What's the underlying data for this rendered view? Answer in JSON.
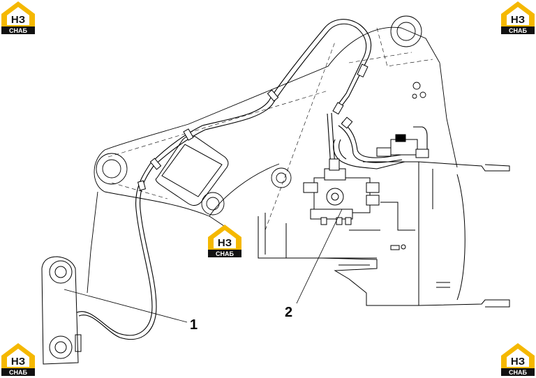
{
  "callouts": [
    {
      "id": "1",
      "label": "1"
    },
    {
      "id": "2",
      "label": "2"
    }
  ],
  "logo": {
    "mark": "НЗ",
    "word": "СНАБ",
    "colors": {
      "yellow": "#f5b800",
      "black": "#111111",
      "white": "#ffffff"
    }
  },
  "line_color": "#000000"
}
